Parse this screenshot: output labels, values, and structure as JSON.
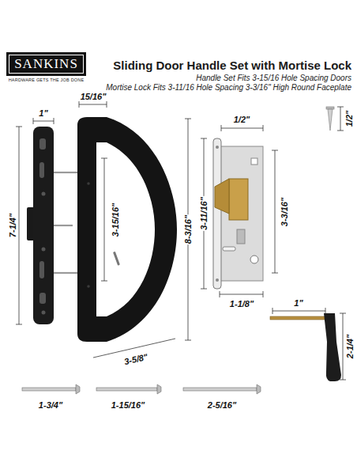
{
  "diagram": {
    "title": "Sliding Door Handle Set with Mortise Lock",
    "nodes": [
      {
        "text": [
          "SANKINS",
          "HARDWARE GETS THE JOB DONE"
        ]
      }
    ],
    "labels": [
      "Handle Set Fits 3-15/16 Hole Spacing Doors",
      "Mortise Lock Fits 3-11/16 Hole Spacing 3-3/16\" High Round Faceplate",
      "15/16\"",
      "1\"",
      "7-1/4\"",
      "3-15/16\"",
      "8-3/16\"",
      "3-5/8\"",
      "1/2\"",
      "1/2\"",
      "3-11/16\"",
      "3-3/16\"",
      "1-1/8\"",
      "1\"",
      "2-1/4\"",
      "1-3/4\"",
      "1-15/16\"",
      "2-5/16\""
    ]
  }
}
